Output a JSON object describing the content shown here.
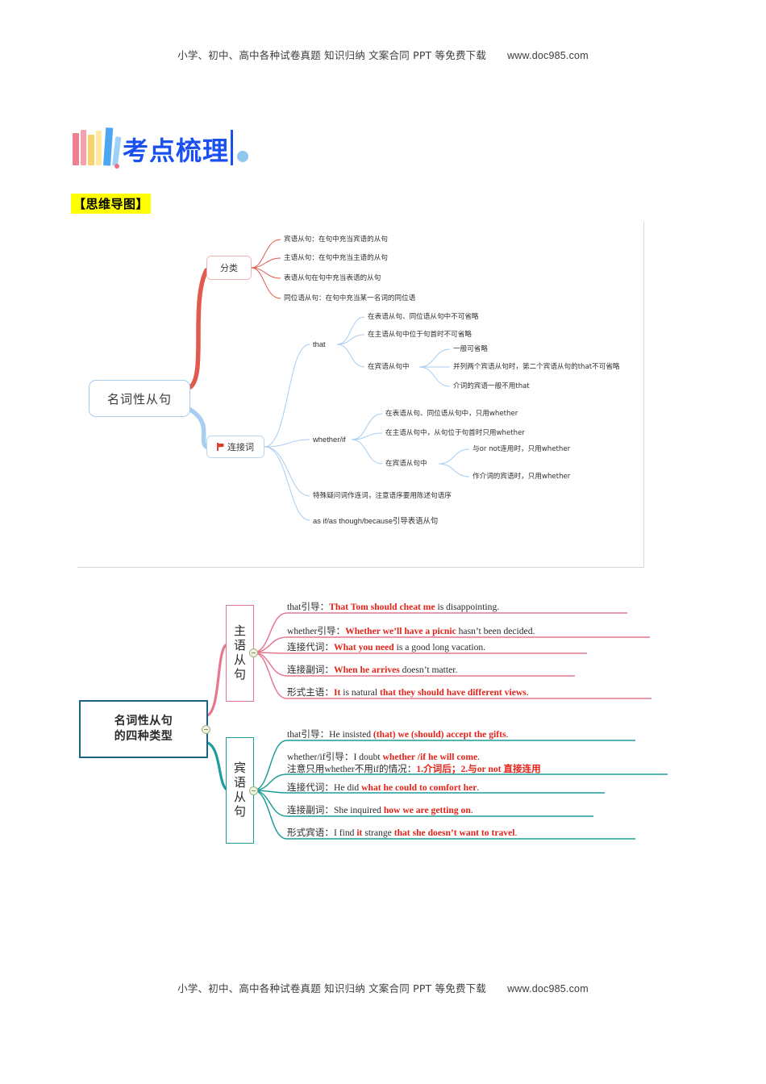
{
  "banner": {
    "text": "小学、初中、高中各种试卷真题  知识归纳  文案合同  PPT 等免费下载",
    "url": "www.doc985.com"
  },
  "logo": {
    "text": "考点梳理"
  },
  "section_title": "【思维导图】",
  "mindmap1": {
    "root": "名词性从句",
    "branch_classification": {
      "label": "分类",
      "items": [
        "宾语从句：在句中充当宾语的从句",
        "主语从句：在句中充当主语的从句",
        "表语从句在句中充当表语的从句",
        "同位语从句：在句中充当某一名词的同位语"
      ]
    },
    "branch_conjunction": {
      "label": "连接词",
      "that": {
        "label": "that",
        "items": [
          "在表语从句、同位语从句中不可省略",
          "在主语从句中位于句首时不可省略"
        ],
        "object_clause": {
          "label": "在宾语从句中",
          "items": [
            "一般可省略",
            "并列两个宾语从句时，第二个宾语从句的that不可省略",
            "介词的宾语一般不用that"
          ]
        }
      },
      "whether_if": {
        "label": "whether/if",
        "items": [
          "在表语从句、同位语从句中，只用whether",
          "在主语从句中，从句位于句首时只用whether"
        ],
        "object_clause": {
          "label": "在宾语从句中",
          "items": [
            "与or not连用时，只用whether",
            "作介词的宾语时，只用whether"
          ]
        }
      },
      "extra_items": [
        "特殊疑问词作连词，注意语序要用陈述句语序",
        "as if/as though/because引导表语从句"
      ]
    }
  },
  "mindmap2": {
    "root_line1": "名词性从句",
    "root_line2": "的四种类型",
    "subject_clause": {
      "label": "主语从句",
      "rows": [
        {
          "label": "that引导：",
          "pre": "",
          "bold": "That Tom should cheat me",
          "post": " is disappointing."
        },
        {
          "label": "whether引导：",
          "pre": "",
          "bold": "Whether we’ll have a picnic",
          "post": " hasn’t been decided."
        },
        {
          "label": "连接代词：",
          "pre": "",
          "bold": "What you need",
          "post": " is a good long vacation."
        },
        {
          "label": "连接副词：",
          "pre": "",
          "bold": "When he arrives",
          "post": " doesn’t matter."
        },
        {
          "label": "形式主语：",
          "pre": "",
          "bold": "It",
          "post": " is natural ",
          "bold2": "that they should have different views",
          "post2": "."
        }
      ]
    },
    "object_clause": {
      "label": "宾语从句",
      "rows": [
        {
          "label": "that引导：",
          "pre": "He insisted ",
          "bold": "(that) we (should) accept the gifts",
          "post": "."
        },
        {
          "label": "whether/if引导：",
          "pre": "I doubt ",
          "bold": "whether /if he will come",
          "post": ".",
          "note_label": "注意只用whether不用if的情况：",
          "note_bold": "1.介词后；2.与or not 直接连用"
        },
        {
          "label": "连接代词：",
          "pre": "He did ",
          "bold": "what he could to comfort her",
          "post": "."
        },
        {
          "label": "连接副词：",
          "pre": "She inquired ",
          "bold": "how we are getting on",
          "post": "."
        },
        {
          "label": "形式宾语：",
          "pre": "I find ",
          "bold": "it",
          "post": " strange ",
          "bold2": "that she doesn’t want to travel",
          "post2": "."
        }
      ]
    }
  },
  "colors": {
    "red_branch": "#e05a4e",
    "blue_branch": "#a8cdf0",
    "pink_branch": "#e4788f",
    "teal_branch": "#1f9c9c",
    "highlight_yellow": "#ffff00",
    "logo_blue": "#1a4ff0",
    "example_red": "#e2231a"
  }
}
